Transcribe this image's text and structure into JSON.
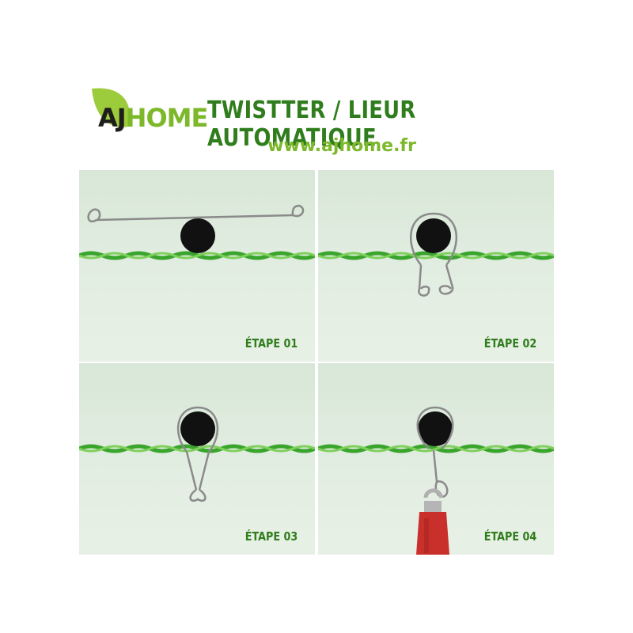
{
  "header": {
    "logo": {
      "part1": "AJ",
      "part2": "HOME"
    },
    "title": "TWISTTER / LIEUR AUTOMATIQUE",
    "url": "www.ajhome.fr"
  },
  "steps": [
    {
      "label": "ÉTAPE 01"
    },
    {
      "label": "ÉTAPE 02"
    },
    {
      "label": "ÉTAPE 03"
    },
    {
      "label": "ÉTAPE 04"
    }
  ],
  "colors": {
    "title_green": "#2f7d1c",
    "brand_light_green": "#7cb829",
    "panel_bg": "#dde9dc",
    "wire_green": "#4cb13a",
    "post_black": "#111111",
    "handle_red": "#c9302c"
  }
}
